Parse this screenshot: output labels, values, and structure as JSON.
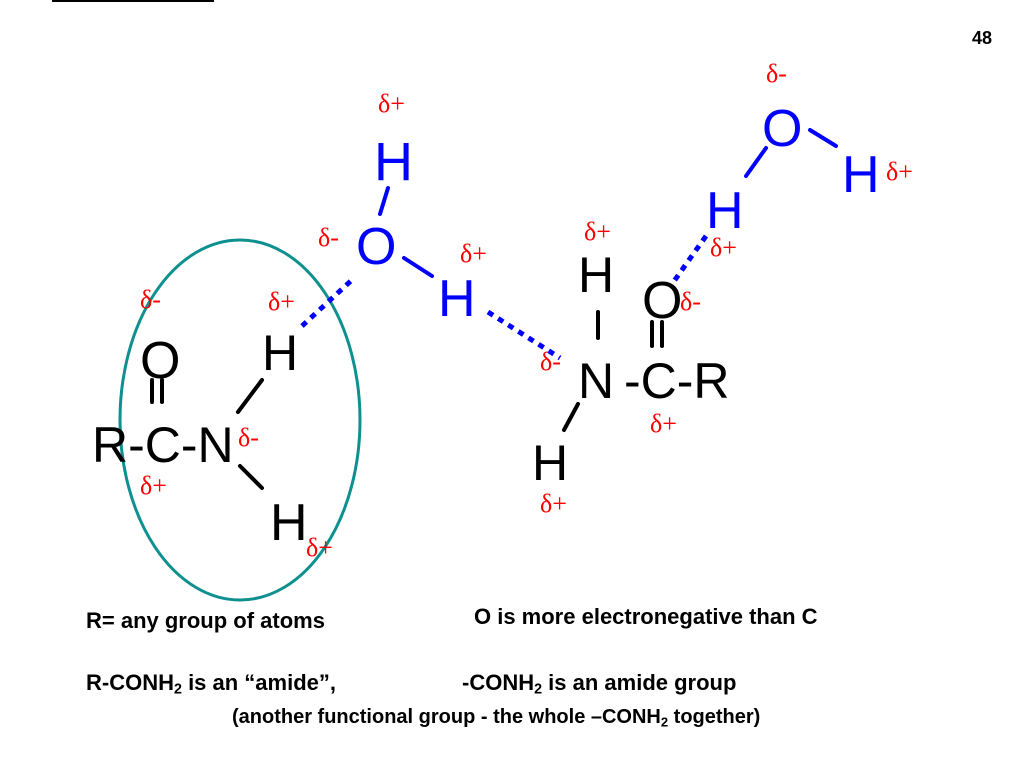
{
  "slide_number": "48",
  "colors": {
    "charge": "#ff0000",
    "water": "#0000ff",
    "amide": "#000000",
    "hbond": "#0000ff",
    "circle": "#0e9090"
  },
  "symbols": {
    "delta_plus": "δ+",
    "delta_minus": "δ-",
    "H": "H",
    "O": "O",
    "N": "N",
    "C": "C",
    "R": "R",
    "dash_C_dash": "-C-",
    "dash_C_dash_R": "-C-R",
    "R_dash": "R-",
    "equals_bond": "="
  },
  "captions": {
    "r_definition": "R= any group of atoms",
    "electronegativity": "O is more electronegative than C",
    "amide_line1_a": "R-CONH",
    "amide_line1_sub_a": "2",
    "amide_line1_b": " is an “amide”,",
    "amide_line1_c": "-CONH",
    "amide_line1_sub_c": "2",
    "amide_line1_d": " is an amide group",
    "amide_line2_a": "(another functional group -  the whole –CONH",
    "amide_line2_sub": "2",
    "amide_line2_b": " together)"
  }
}
